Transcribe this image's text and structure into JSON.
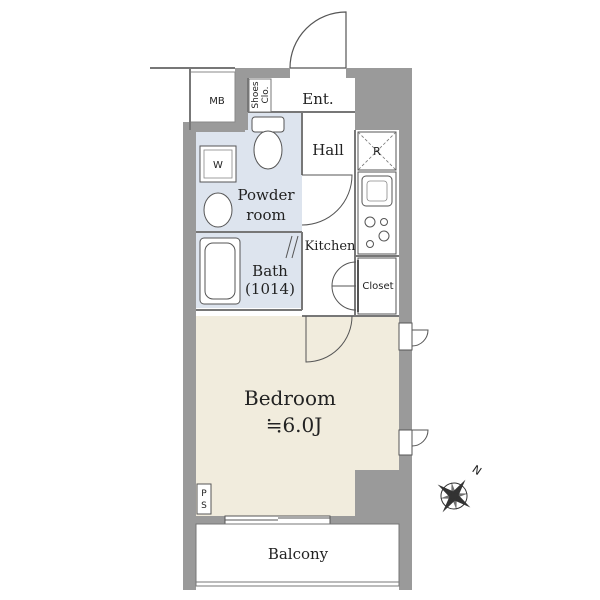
{
  "plan": {
    "rooms": {
      "entrance": "Ent.",
      "shoes_closet_line1": "Shoes",
      "shoes_closet_line2": "Clo.",
      "meter_box": "MB",
      "hall": "Hall",
      "refrigerator": "R",
      "washer": "W",
      "powder_room_line1": "Powder",
      "powder_room_line2": "room",
      "kitchen": "Kitchen",
      "bath_line1": "Bath",
      "bath_line2": "(1014)",
      "closet": "Closet",
      "bedroom": "Bedroom",
      "bedroom_size": "≒6.0J",
      "pipe_space_line1": "P",
      "pipe_space_line2": "S",
      "balcony": "Balcony"
    },
    "compass_label": "N",
    "colors": {
      "wall": "#9a9a9a",
      "bedroom_floor": "#f1ecdd",
      "wet_area_floor": "#dde4ee",
      "outline": "#555555"
    }
  }
}
